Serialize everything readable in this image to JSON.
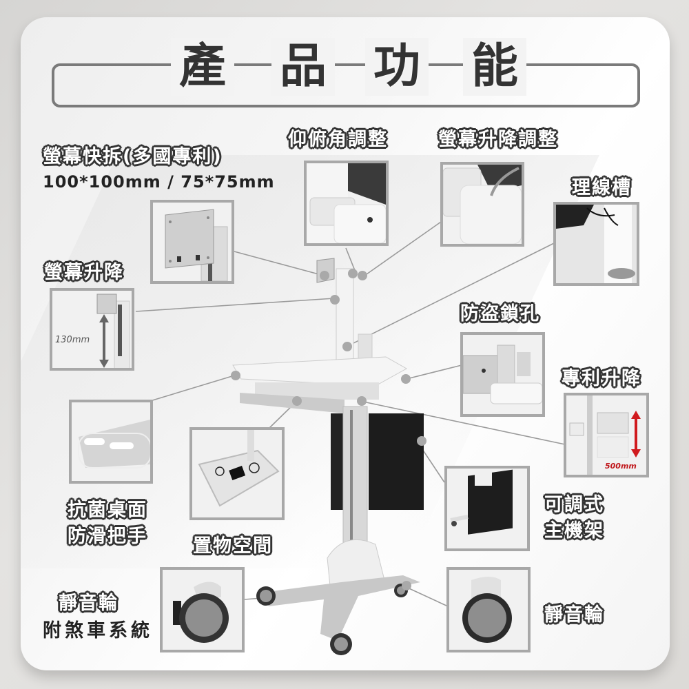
{
  "title": {
    "chars": [
      "產",
      "品",
      "功",
      "能"
    ],
    "text": "產品功能"
  },
  "features": {
    "quick_release": {
      "label": "螢幕快拆(多國專利)",
      "sub": "100*100mm / 75*75mm"
    },
    "tilt": {
      "label": "仰俯角調整"
    },
    "height_adjust": {
      "label": "螢幕升降調整"
    },
    "cable_channel": {
      "label": "理線槽"
    },
    "screen_lift": {
      "label": "螢幕升降",
      "dimension": "130mm"
    },
    "lock_hole": {
      "label": "防盜鎖孔"
    },
    "patent_lift": {
      "label": "專利升降",
      "dimension": "500mm"
    },
    "desktop": {
      "label_line1": "抗菌桌面",
      "label_line2": "防滑把手"
    },
    "storage": {
      "label": "置物空間"
    },
    "cpu_holder": {
      "label_line1": "可調式",
      "label_line2": "主機架"
    },
    "caster_brake": {
      "label_line1": "靜音輪",
      "label_line2": "附煞車系統"
    },
    "caster": {
      "label": "靜音輪"
    }
  },
  "colors": {
    "text_dark": "#333333",
    "frame_gray": "#a8a8a8",
    "accent_red": "#c0181c"
  }
}
